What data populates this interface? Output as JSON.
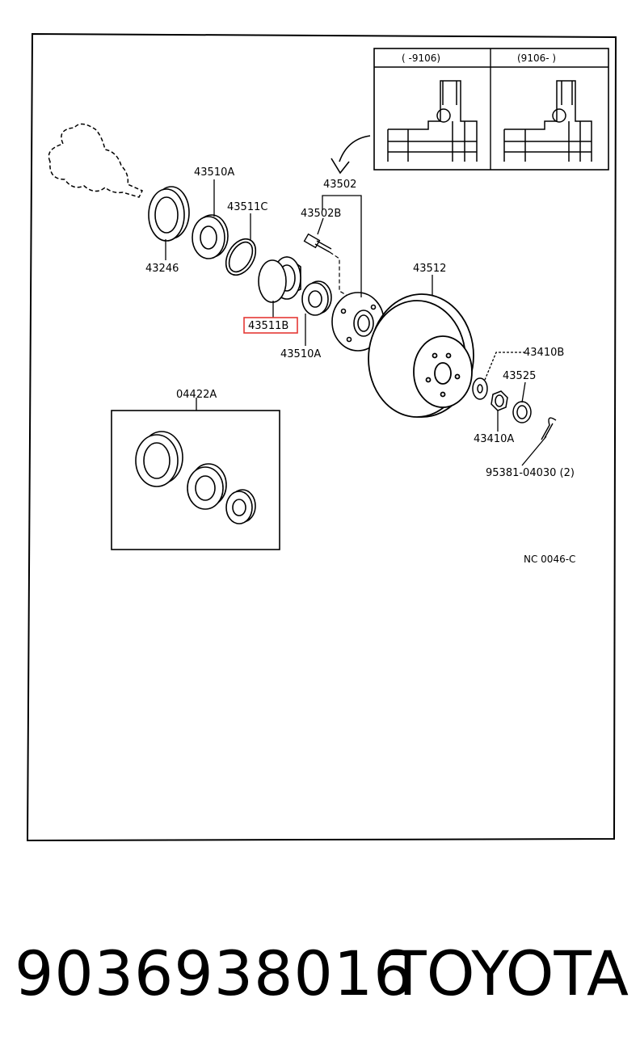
{
  "inset": {
    "left_header": "(      -9106)",
    "right_header": "(9106-      )"
  },
  "callouts": [
    {
      "id": "c43510A_top",
      "text": "43510A"
    },
    {
      "id": "c43511C",
      "text": "43511C"
    },
    {
      "id": "c43246",
      "text": "43246"
    },
    {
      "id": "c43502",
      "text": "43502"
    },
    {
      "id": "c43502B",
      "text": "43502B"
    },
    {
      "id": "c43511B",
      "text": "43511B"
    },
    {
      "id": "c43510A_bot",
      "text": "43510A"
    },
    {
      "id": "c43512",
      "text": "43512"
    },
    {
      "id": "c43410B",
      "text": "43410B"
    },
    {
      "id": "c43525",
      "text": "43525"
    },
    {
      "id": "c43410A",
      "text": "43410A"
    },
    {
      "id": "c95381",
      "text": "95381-04030 (2)"
    },
    {
      "id": "c04422A",
      "text": "04422A"
    }
  ],
  "highlight": {
    "color": "#e53935"
  },
  "figure_code": "NC 0046-C",
  "footer": {
    "part_number": "9036938016",
    "brand": "TOYOTA"
  }
}
